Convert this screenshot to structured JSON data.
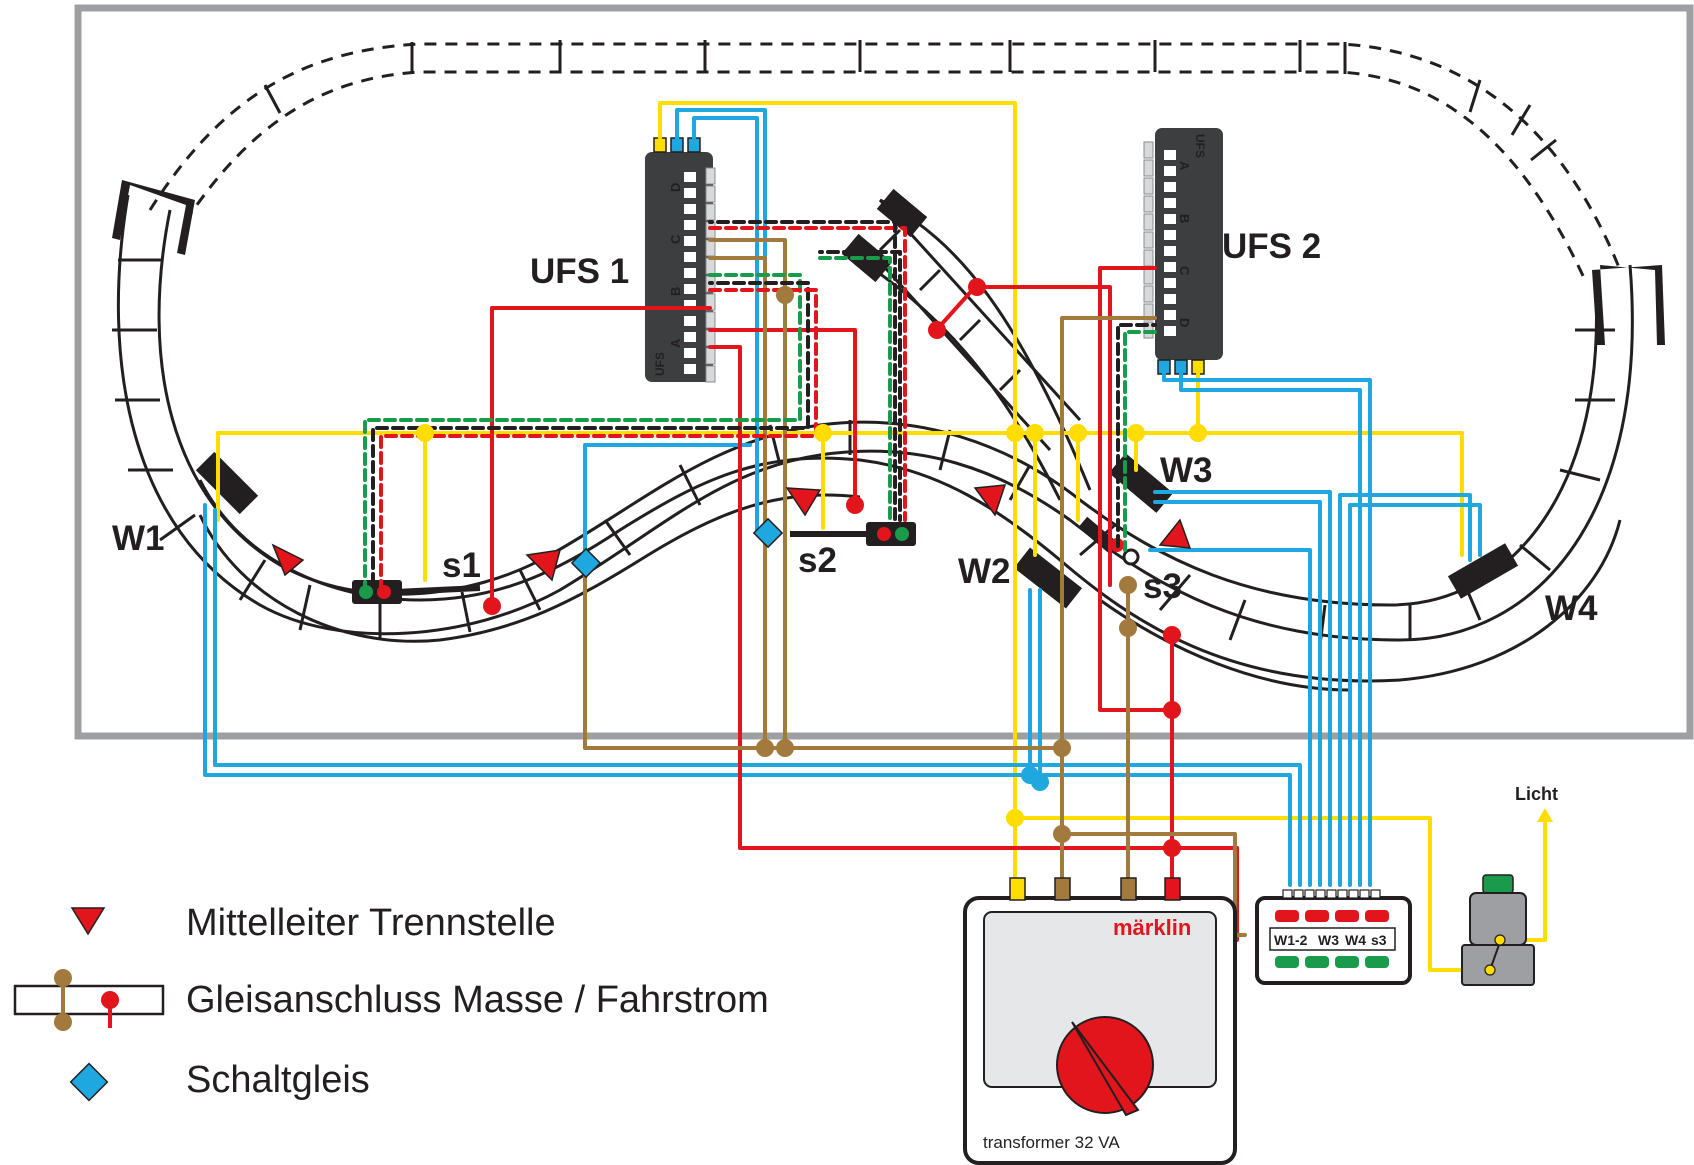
{
  "modules": {
    "ufs1": "UFS 1",
    "ufs2": "UFS 2",
    "ufs_small": "UFS",
    "ufs_ports": [
      "A",
      "B",
      "C",
      "D"
    ]
  },
  "turnouts": {
    "w1": "W1",
    "w2": "W2",
    "w3": "W3",
    "w4": "W4"
  },
  "signals": {
    "s1": "s1",
    "s2": "s2",
    "s3": "s3"
  },
  "light": {
    "label": "Licht"
  },
  "transformer": {
    "brand": "märklin",
    "model": "transformer 32 VA"
  },
  "control_panel": {
    "labels": [
      "W1-2",
      "W3",
      "W4",
      "s3"
    ]
  },
  "legend": {
    "separation": "Mittelleiter Trennstelle",
    "connection": "Gleisanschluss Masse / Fahrstrom",
    "contact": "Schaltgleis"
  },
  "colors": {
    "yellow": "#ffdd00",
    "blue": "#1fa8e0",
    "red": "#e3151c",
    "brown": "#a37a3e",
    "green": "#1a9b4b",
    "frame": "#9d9fa2"
  }
}
